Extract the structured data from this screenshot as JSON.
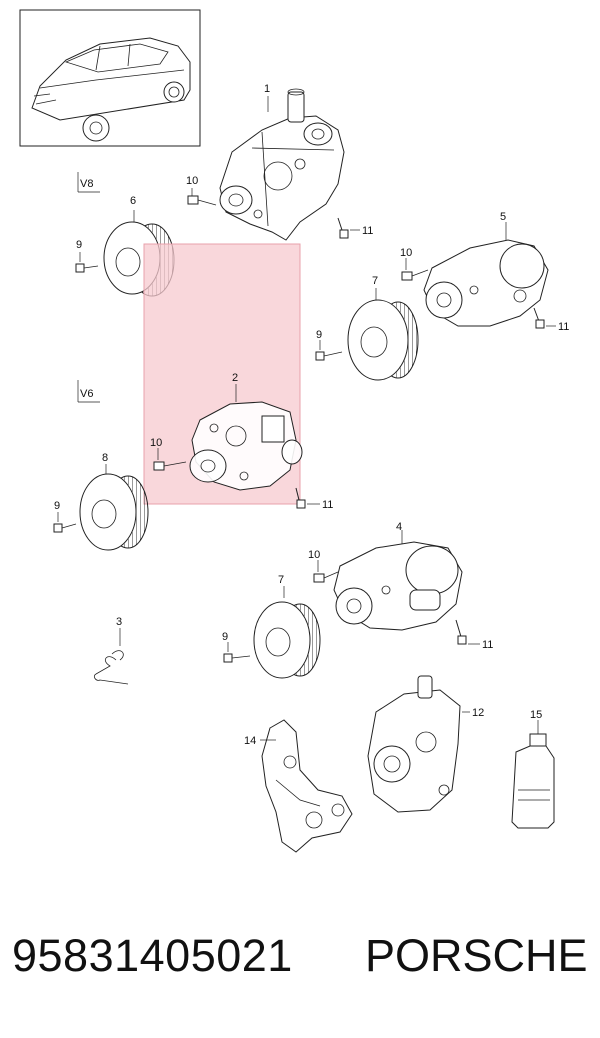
{
  "engine_labels": {
    "v8": "V8",
    "v6": "V6"
  },
  "callouts": {
    "c1": "1",
    "c2": "2",
    "c3": "3",
    "c4": "4",
    "c5": "5",
    "c6": "6",
    "c7a": "7",
    "c7b": "7",
    "c8": "8",
    "c9a": "9",
    "c9b": "9",
    "c9c": "9",
    "c9d": "9",
    "c10a": "10",
    "c10b": "10",
    "c10c": "10",
    "c10d": "10",
    "c11a": "11",
    "c11b": "11",
    "c11c": "11",
    "c11d": "11",
    "c12": "12",
    "c14": "14",
    "c15": "15"
  },
  "footer": {
    "part_number": "95831405021",
    "brand": "PORSCHE"
  },
  "colors": {
    "highlight_fill": "#f7c9cf",
    "highlight_stroke": "#e8a0ab",
    "line": "#222222"
  }
}
